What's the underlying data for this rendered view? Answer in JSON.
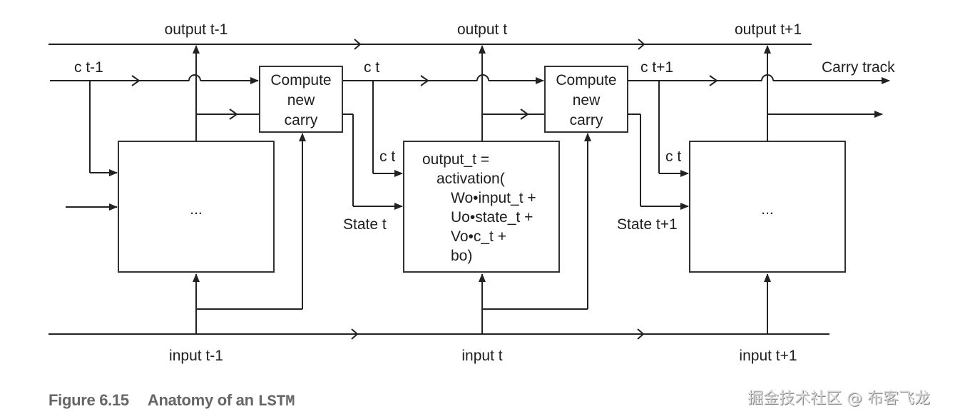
{
  "diagram": {
    "title": "Anatomy of an LSTM",
    "timesteps": [
      {
        "id": "t-1",
        "output_label": "output t-1",
        "input_label": "input t-1",
        "carry_in_label": "c t-1",
        "cell_content": "...",
        "state_label": "",
        "c_label": ""
      },
      {
        "id": "t",
        "output_label": "output t",
        "input_label": "input t",
        "carry_in_label": "c t",
        "state_label": "State t",
        "c_label": "c t",
        "cell_formula": [
          "output_t =",
          "activation(",
          "Wo•input_t +",
          "Uo•state_t +",
          "Vo•c_t +",
          "bo)"
        ]
      },
      {
        "id": "t+1",
        "output_label": "output t+1",
        "input_label": "input t+1",
        "carry_in_label": "c t+1",
        "state_label": "State t+1",
        "c_label": "c t",
        "cell_content": "..."
      }
    ],
    "compute_boxes": [
      {
        "lines": [
          "Compute",
          "new",
          "carry"
        ]
      },
      {
        "lines": [
          "Compute",
          "new",
          "carry"
        ]
      }
    ],
    "carry_track_label": "Carry track"
  },
  "caption": {
    "figure_number": "Figure 6.15",
    "text": "Anatomy of an",
    "code": "LSTM"
  },
  "watermark": "掘金技术社区 @ 布客飞龙"
}
